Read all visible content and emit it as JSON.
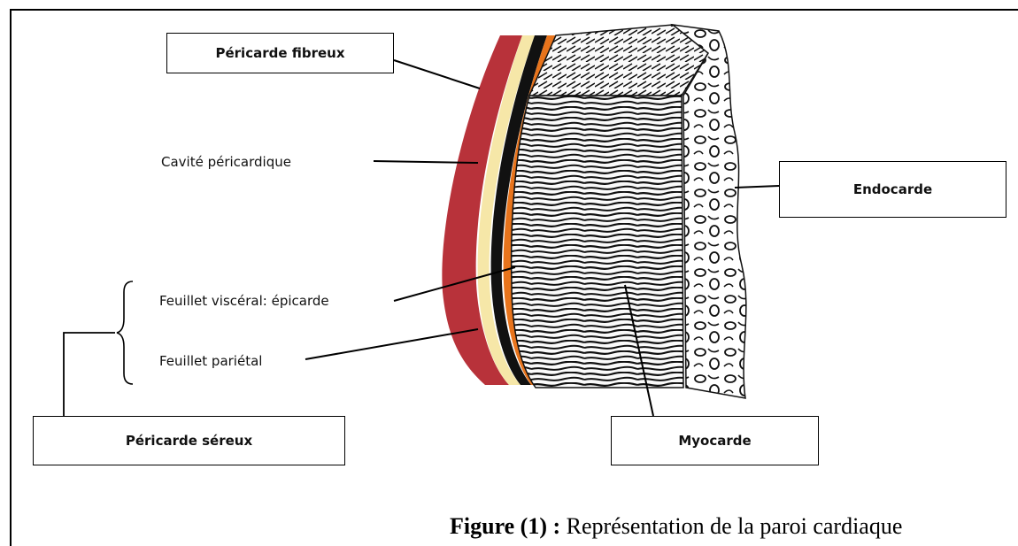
{
  "labels": {
    "pericarde_fibreux": "Péricarde fibreux",
    "cavite_pericardique": "Cavité péricardique",
    "feuillet_visceral": "Feuillet viscéral: épicarde",
    "feuillet_parietal": "Feuillet pariétal",
    "pericarde_sereux": "Péricarde séreux",
    "endocarde": "Endocarde",
    "myocarde": "Myocarde"
  },
  "caption": {
    "prefix": "Figure (1) :",
    "text": " Représentation de la paroi cardiaque"
  },
  "colors": {
    "outer_layer": "#b8323a",
    "inner_band": "#e8741c",
    "pale_band": "#f6e7a8",
    "dark_band": "#111111"
  }
}
